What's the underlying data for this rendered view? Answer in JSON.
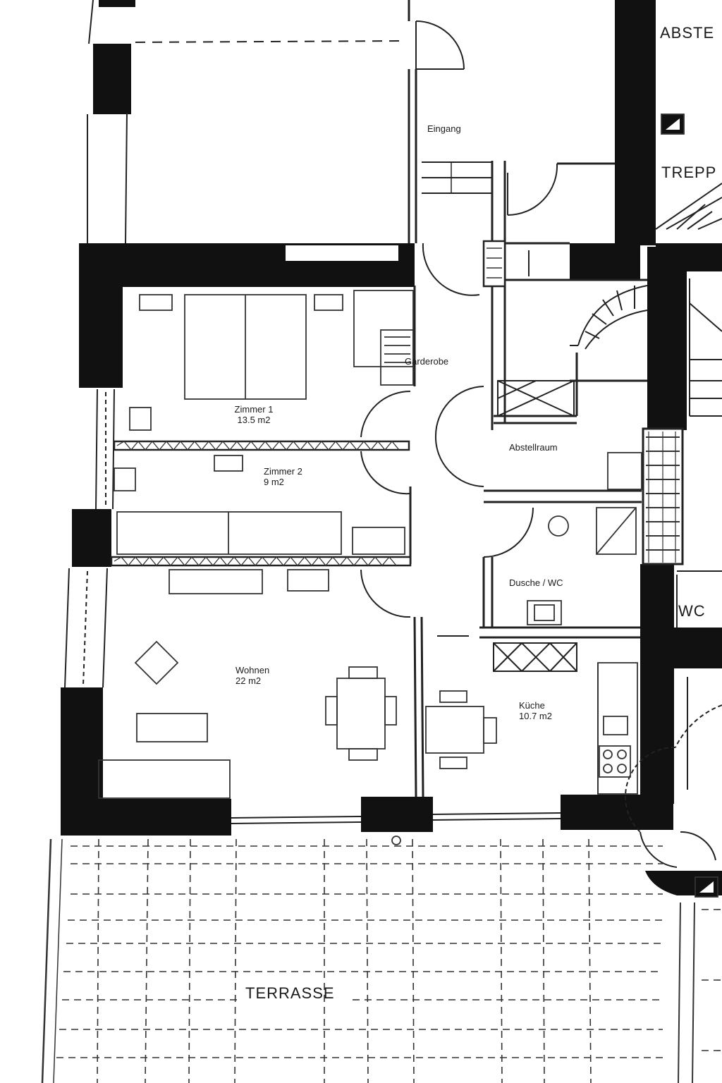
{
  "plan": {
    "rooms": {
      "zimmer1": {
        "name": "Zimmer 1",
        "area": "13.5 m2"
      },
      "zimmer2": {
        "name": "Zimmer 2",
        "area": "9 m2"
      },
      "wohnen": {
        "name": "Wohnen",
        "area": "22 m2"
      },
      "kueche": {
        "name": "Küche",
        "area": "10.7 m2"
      }
    },
    "labels": {
      "eingang": "Eingang",
      "garderobe": "Garderobe",
      "abstellraum": "Abstellraum",
      "dusche_wc": "Dusche / WC",
      "terrasse": "TERRASSE",
      "abstell_neighbor": "ABSTE",
      "treppe_neighbor": "TREPP",
      "wc_neighbor": "WC"
    },
    "colors": {
      "wall": "#111111",
      "line": "#222222",
      "paper": "#ffffff"
    }
  }
}
